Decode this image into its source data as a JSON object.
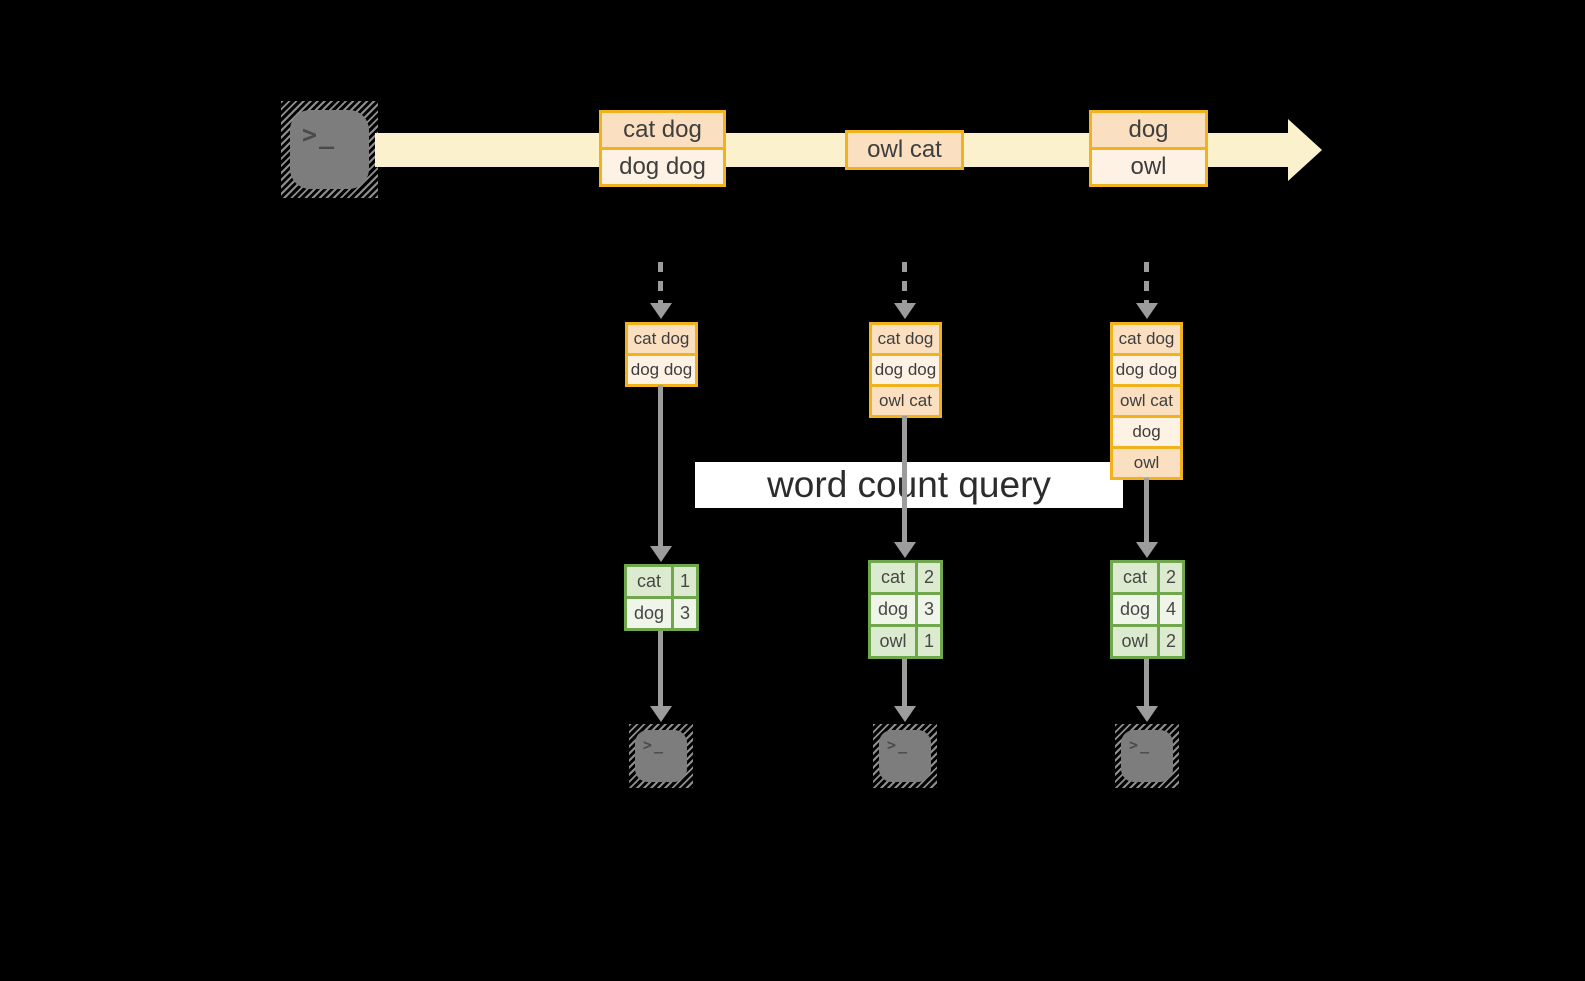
{
  "title": {
    "label": "word count query"
  },
  "colors": {
    "background": "#000000",
    "stream_band": "#fbf1cd",
    "batch_border": "#f0b31e",
    "batch_fill_peach": "#fadfc1",
    "batch_fill_cream": "#fdf2e3",
    "table_border": "#71a74c",
    "table_fill_dark": "#dceacf",
    "table_fill_light": "#eff5e9",
    "arrow_gray": "#9c9c9c",
    "terminal_gray": "#7d7d7d"
  },
  "icons": {
    "source": "terminal-icon",
    "sink": "terminal-icon",
    "prompt_glyph": ">_"
  },
  "stream": {
    "batches": [
      {
        "records": [
          "cat dog",
          "dog dog"
        ]
      },
      {
        "records": [
          "owl cat"
        ]
      },
      {
        "records": [
          "dog",
          "owl"
        ]
      }
    ]
  },
  "micro_batches": [
    {
      "records": [
        "cat dog",
        "dog dog"
      ]
    },
    {
      "records": [
        "cat dog",
        "dog dog",
        "owl cat"
      ]
    },
    {
      "records": [
        "cat dog",
        "dog dog",
        "owl cat",
        "dog",
        "owl"
      ]
    }
  ],
  "word_counts": [
    {
      "rows": [
        {
          "word": "cat",
          "count": 1
        },
        {
          "word": "dog",
          "count": 3
        }
      ]
    },
    {
      "rows": [
        {
          "word": "cat",
          "count": 2
        },
        {
          "word": "dog",
          "count": 3
        },
        {
          "word": "owl",
          "count": 1
        }
      ]
    },
    {
      "rows": [
        {
          "word": "cat",
          "count": 2
        },
        {
          "word": "dog",
          "count": 4
        },
        {
          "word": "owl",
          "count": 2
        }
      ]
    }
  ]
}
